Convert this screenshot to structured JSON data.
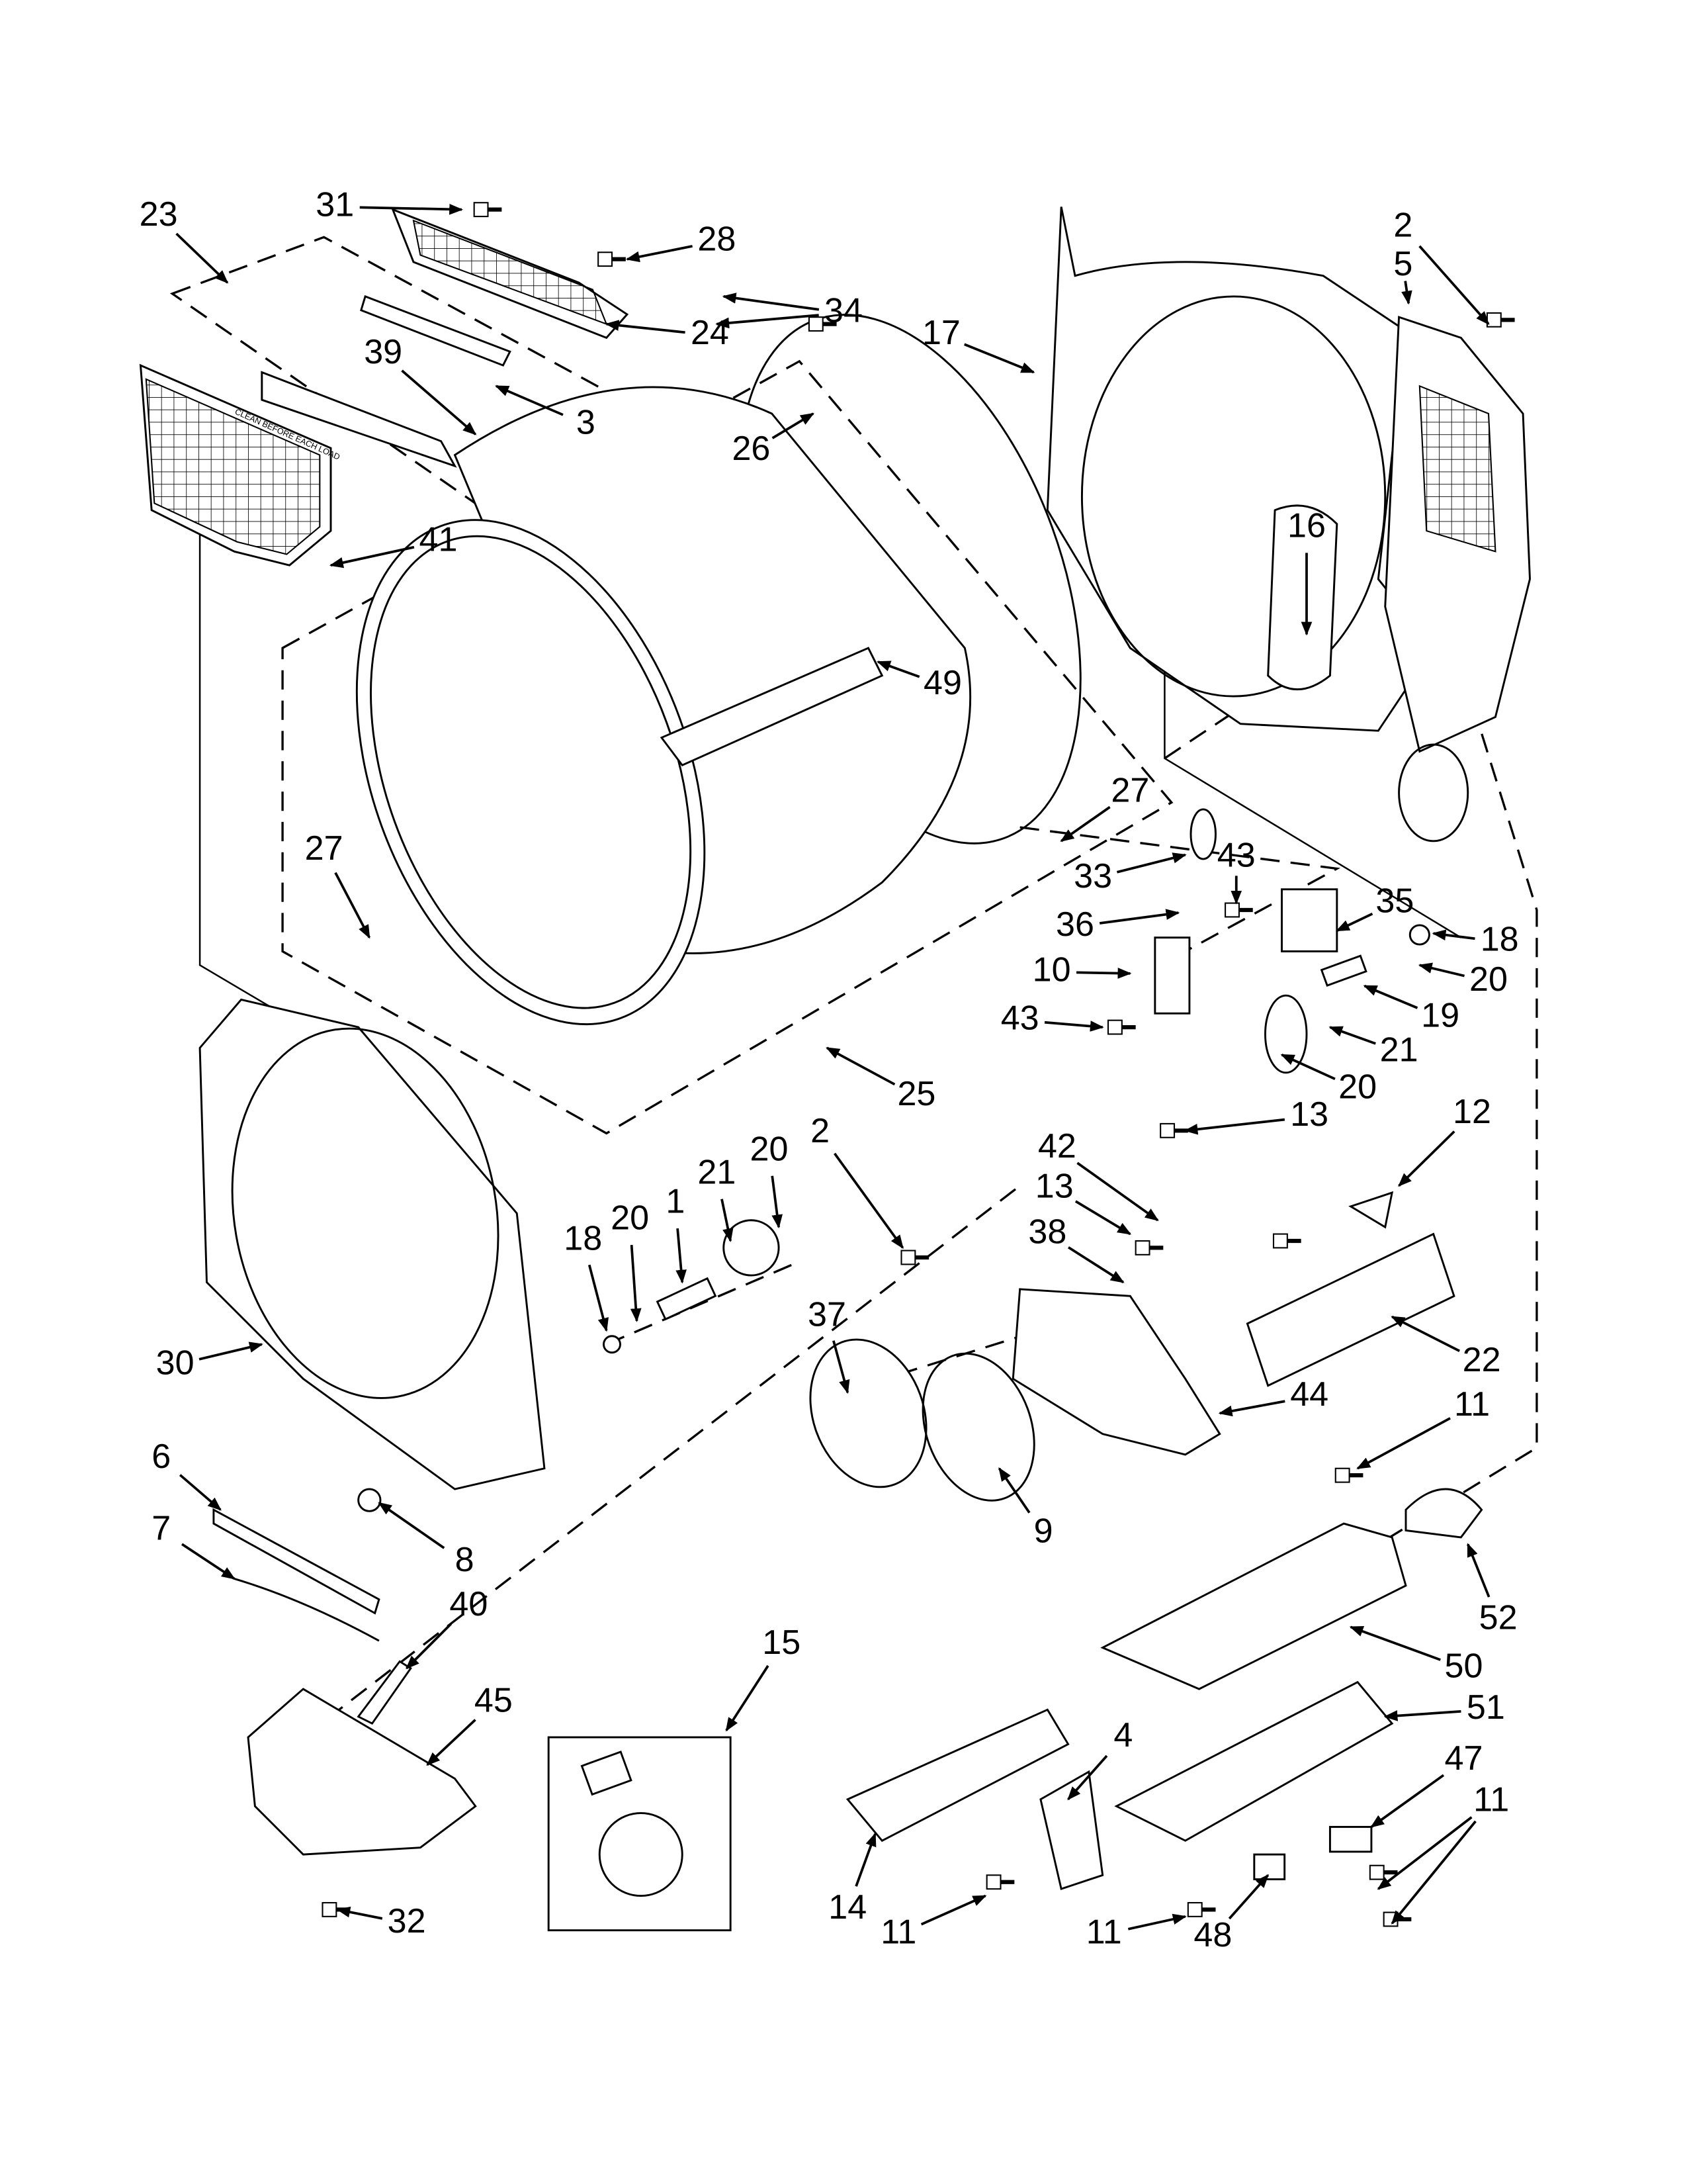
{
  "diagram": {
    "type": "exploded parts diagram",
    "callouts": [
      "31",
      "23",
      "28",
      "34",
      "2",
      "5",
      "17",
      "24",
      "39",
      "3",
      "26",
      "41",
      "16",
      "49",
      "27",
      "27",
      "33",
      "43",
      "35",
      "36",
      "18",
      "20",
      "10",
      "19",
      "43",
      "21",
      "20",
      "25",
      "2",
      "42",
      "13",
      "12",
      "20",
      "21",
      "13",
      "1",
      "18",
      "20",
      "38",
      "37",
      "22",
      "30",
      "44",
      "11",
      "6",
      "9",
      "8",
      "7",
      "40",
      "52",
      "15",
      "50",
      "45",
      "51",
      "4",
      "47",
      "11",
      "14",
      "11",
      "11",
      "48",
      "32"
    ],
    "filter_lettering": "CLEAN BEFORE EACH LOAD"
  }
}
